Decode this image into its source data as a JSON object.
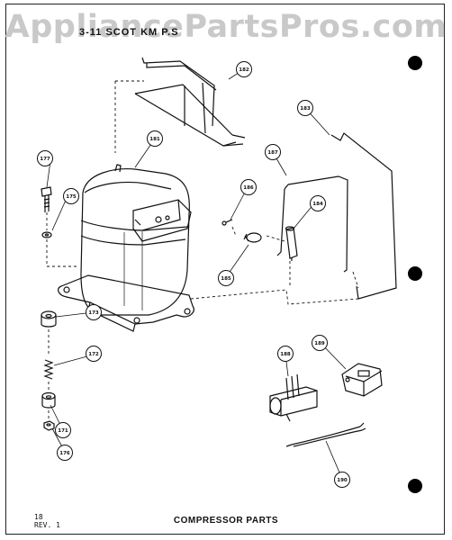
{
  "watermark": "AppliancePartsPros.com",
  "header": "3-11   SCOT  KM  P.S",
  "caption": "COMPRESSOR PARTS",
  "page": {
    "number": "18",
    "revision": "REV. 1"
  },
  "callouts": {
    "c182": "182",
    "c181": "181",
    "c183": "183",
    "c177": "177",
    "c175": "175",
    "c187": "187",
    "c186": "186",
    "c184": "184",
    "c185": "185",
    "c173": "173",
    "c172": "172",
    "c171": "171",
    "c176": "176",
    "c188": "188",
    "c189": "189",
    "c190": "190"
  }
}
